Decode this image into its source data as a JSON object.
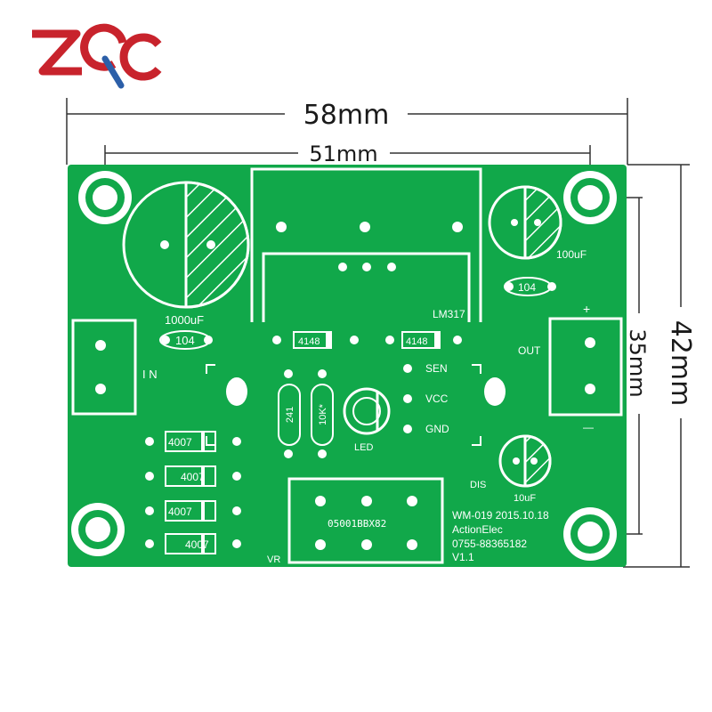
{
  "logo": {
    "text": "ZQC",
    "color_red": "#c8232c",
    "color_blue": "#2c5fa8"
  },
  "dimensions": {
    "width_outer": "58mm",
    "width_holes": "51mm",
    "height_outer": "42mm",
    "height_holes": "35mm"
  },
  "board": {
    "color": "#11a84a",
    "label_cap_big": "1000uF",
    "label_cap_small": "100uF",
    "label_cap_tiny": "10uF",
    "label_104_a": "104",
    "label_104_b": "104",
    "label_regulator": "LM317",
    "label_in": "I N",
    "label_out": "OUT",
    "label_plus": "+",
    "label_minus": "—",
    "label_diode_a": "4148",
    "label_diode_b": "4148",
    "label_sen": "SEN",
    "label_vcc": "VCC",
    "label_gnd": "GND",
    "label_res_a": "241",
    "label_res_b": "10K*",
    "label_led": "LED",
    "label_dis": "DIS",
    "rectifiers": [
      "4007",
      "4007",
      "4007",
      "4007"
    ],
    "label_vr": "VR",
    "label_pot": "05001BBX82",
    "info_lines": [
      "WM-019  2015.10.18",
      "ActionElec",
      "0755-88365182",
      "V1.1"
    ]
  }
}
